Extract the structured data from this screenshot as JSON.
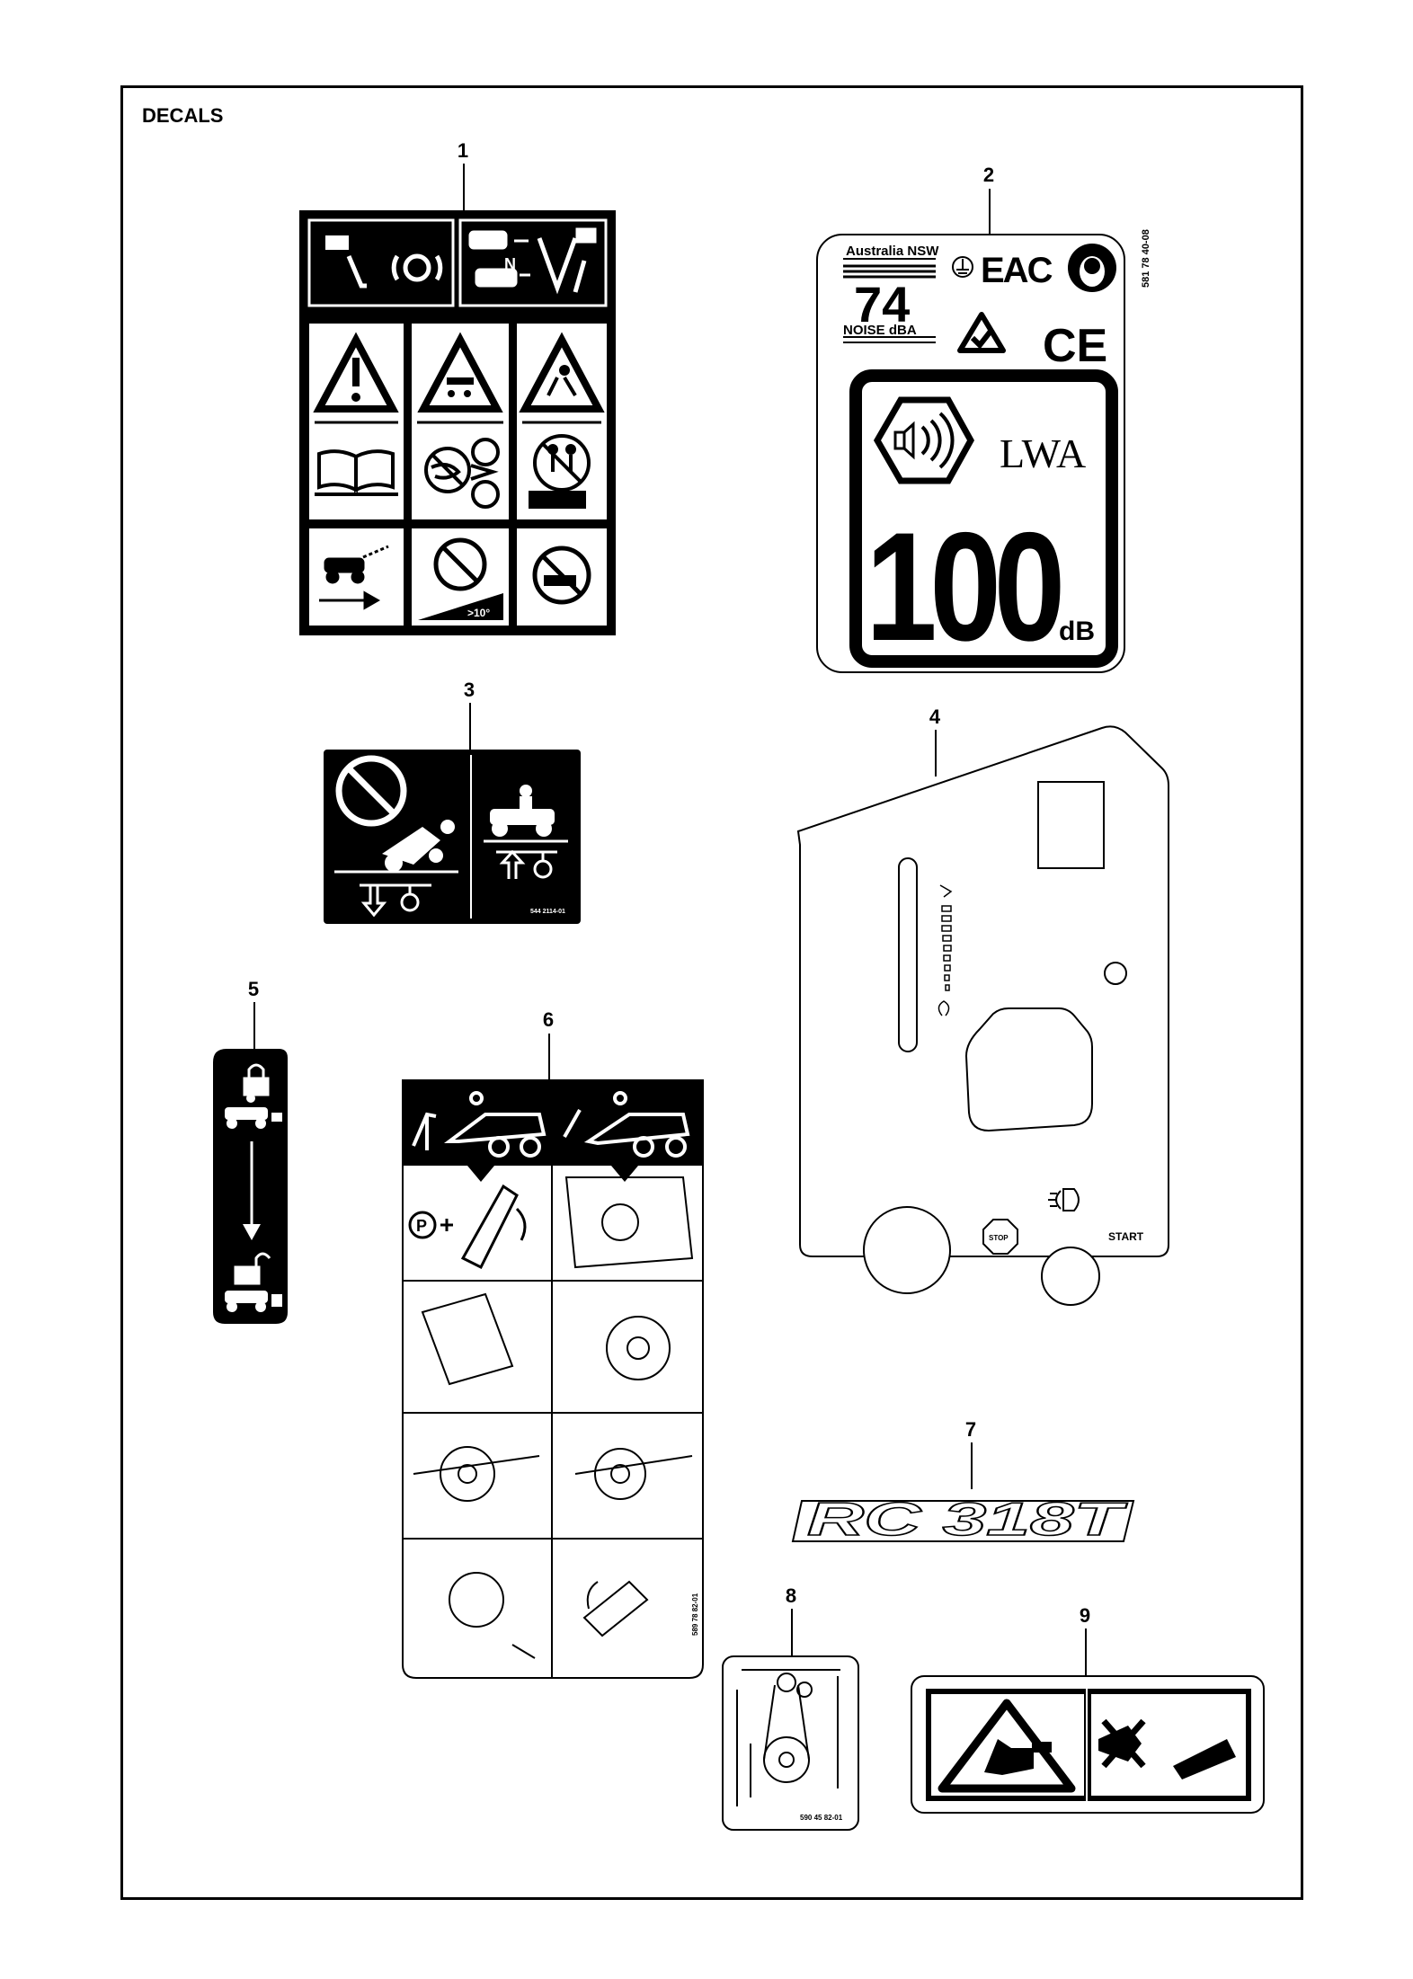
{
  "page": {
    "title": "DECALS"
  },
  "callouts": {
    "c1": "1",
    "c2": "2",
    "c3": "3",
    "c4": "4",
    "c5": "5",
    "c6": "6",
    "c7": "7",
    "c8": "8",
    "c9": "9"
  },
  "decal2": {
    "region": "Australia NSW",
    "noise_value": "74",
    "noise_unit": "NOISE dBA",
    "eac": "EAC",
    "ce": "CE",
    "part_no": "581 78 40-08",
    "lwa": "LWA",
    "level": "100",
    "level_unit": "dB"
  },
  "decal1": {
    "slope": ">10°",
    "neutral": "N"
  },
  "decal3": {
    "part_no": "544 2114-01"
  },
  "decal4": {
    "stop": "STOP",
    "start": "START"
  },
  "decal6": {
    "part_no": "589 78 82-01"
  },
  "decal7": {
    "model": "RC 318T"
  },
  "decal8": {
    "part_no": "590 45 82-01"
  }
}
